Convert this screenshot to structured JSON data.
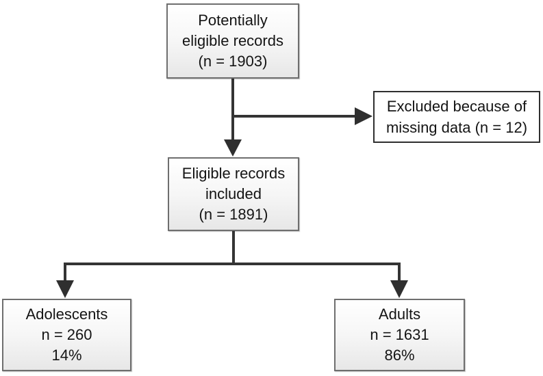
{
  "flowchart": {
    "description": "Record selection flow diagram",
    "colors": {
      "box_border": "#6e6e6e",
      "excluded_box_border": "#2e2e2e",
      "box_fill_top": "#ffffff",
      "box_fill_bottom": "#e7e7e7",
      "arrow": "#2f2f2f",
      "text": "#141414",
      "background": "#ffffff"
    },
    "nodes": [
      {
        "id": "potentially-eligible",
        "text": "Potentially\neligible records\n(n = 1903)"
      },
      {
        "id": "excluded",
        "text": "Excluded because of\nmissing data (n = 12)"
      },
      {
        "id": "eligible-included",
        "text": "Eligible records\nincluded\n(n = 1891)"
      },
      {
        "id": "adolescents",
        "text": "Adolescents\nn = 260\n14%"
      },
      {
        "id": "adults",
        "text": "Adults\nn = 1631\n86%"
      }
    ],
    "edges": [
      {
        "from": "potentially-eligible",
        "to": "eligible-included"
      },
      {
        "from": "potentially-eligible",
        "to": "excluded"
      },
      {
        "from": "eligible-included",
        "to": "adolescents"
      },
      {
        "from": "eligible-included",
        "to": "adults"
      }
    ]
  }
}
